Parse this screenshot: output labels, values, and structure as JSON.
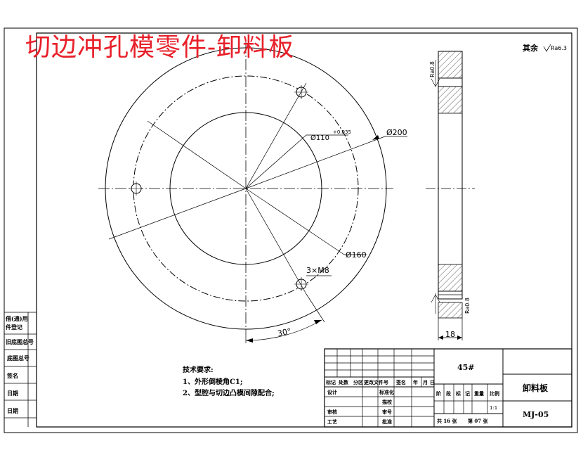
{
  "title": "切边冲孔模零件-卸料板",
  "roughness_note": {
    "prefix": "其余",
    "value": "Ra6.3"
  },
  "dimensions": {
    "dia_inner": "Ø110",
    "dia_inner_tol": "+0.035",
    "dia_outer": "Ø200",
    "dia_pitch": "Ø160",
    "holes": "3×M8",
    "angle": "30°",
    "thickness": "18",
    "roughness_top": "Ra0.8",
    "roughness_bottom": "Ra0.8"
  },
  "side_labels": [
    "借(通)用",
    "件登记",
    "旧底图总号",
    "底图总号",
    "签名",
    "日期",
    "日期"
  ],
  "technical_requirements": {
    "heading": "技术要求:",
    "items": [
      "1、外形倒棱角C1;",
      "2、型腔与切边凸模间隙配合;"
    ]
  },
  "title_block": {
    "material": "45#",
    "part_name": "卸料板",
    "drawing_no": "MJ-05",
    "row_labels": [
      "标记",
      "处数",
      "分区",
      "更改文件号",
      "签名",
      "年",
      "月",
      "日"
    ],
    "left_labels": [
      "设计",
      "审核",
      "工艺"
    ],
    "mid_labels": [
      "标准化",
      "描校",
      "审号",
      "批准"
    ],
    "stage_labels": [
      "阶",
      "段",
      "标",
      "记",
      "重量",
      "比例"
    ],
    "scale": "1:1",
    "sheets_total": "共 16 张",
    "sheet_no": "第 07 张"
  }
}
